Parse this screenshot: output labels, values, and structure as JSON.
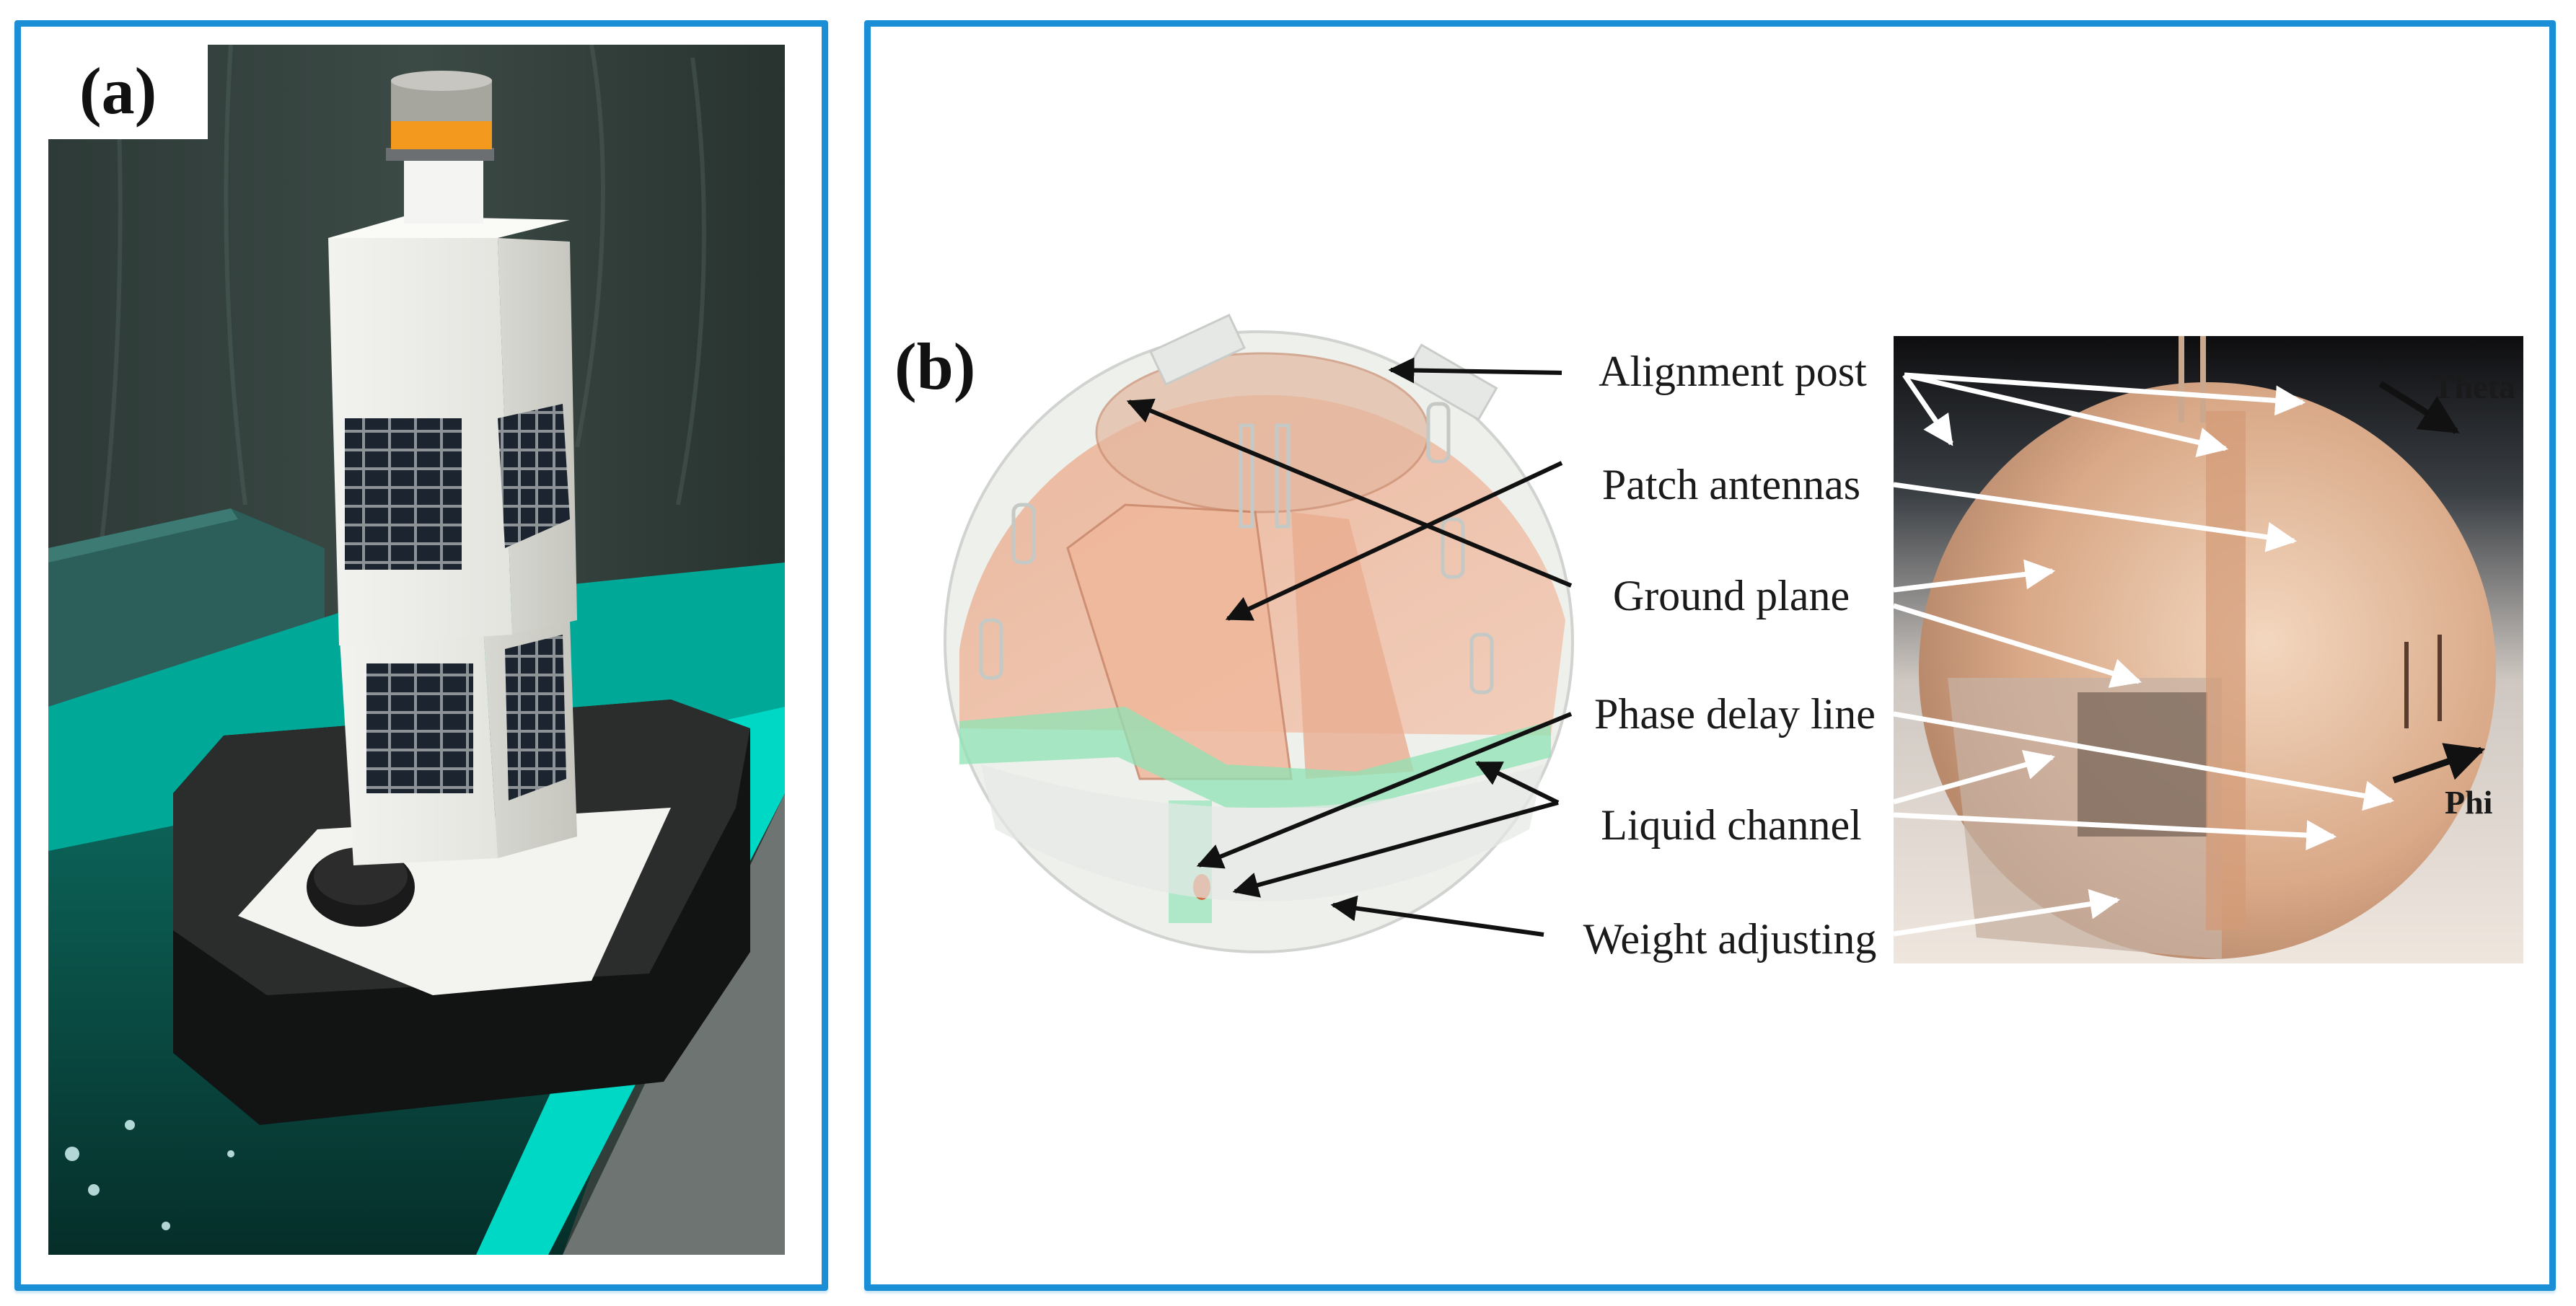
{
  "figure": {
    "panel_a": {
      "label": "(a)",
      "photo_description": "Buoy prototype with tapered white tower, solar panels, amber beacon light, black foam float in teal water tank"
    },
    "panel_b": {
      "label": "(b)",
      "callouts": [
        {
          "id": "alignment-post",
          "text": "Alignment post"
        },
        {
          "id": "patch-antennas",
          "text": "Patch antennas"
        },
        {
          "id": "ground-plane",
          "text": "Ground plane"
        },
        {
          "id": "phase-delay-line",
          "text": "Phase delay line"
        },
        {
          "id": "liquid-channel",
          "text": "Liquid channel"
        },
        {
          "id": "weight-adjusting",
          "text": "Weight adjusting"
        }
      ],
      "photo_annotations": {
        "theta": "Theta",
        "phi": "Phi"
      }
    },
    "colors": {
      "panel_border": "#1b8fd6",
      "copper": "#e8a88a",
      "liquid_green": "#8fe3b4",
      "water_teal": "#00c7b3",
      "beacon_amber": "#f39a1e"
    }
  }
}
